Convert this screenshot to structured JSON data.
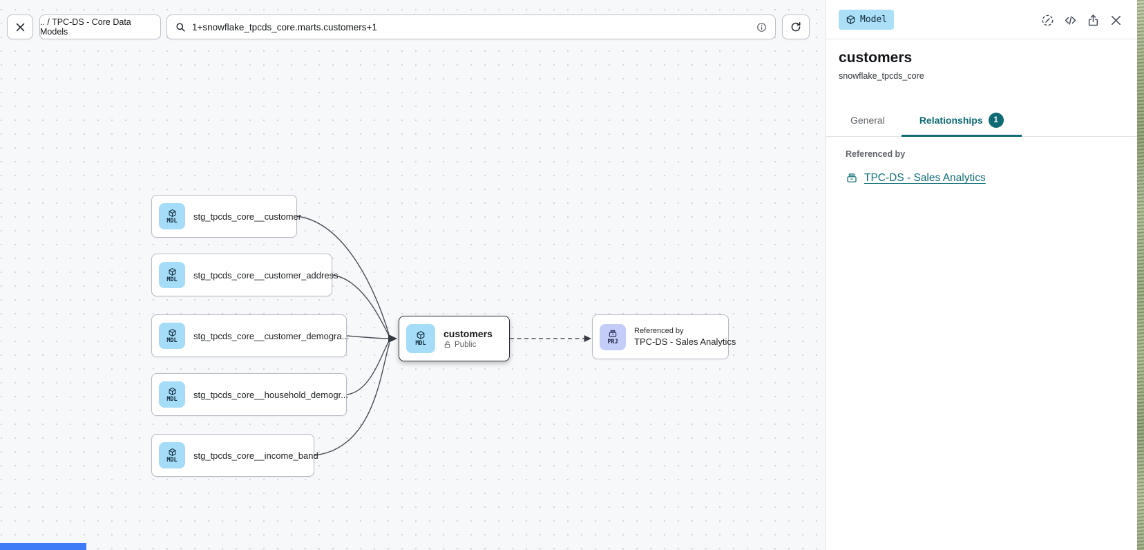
{
  "toolbar": {
    "breadcrumb": ".. / TPC-DS - Core Data Models",
    "search_value": "1+snowflake_tpcds_core.marts.customers+1"
  },
  "canvas": {
    "nodes": [
      {
        "type": "MDL",
        "label": "stg_tpcds_core__customer"
      },
      {
        "type": "MDL",
        "label": "stg_tpcds_core__customer_address"
      },
      {
        "type": "MDL",
        "label": "stg_tpcds_core__customer_demogra..."
      },
      {
        "type": "MDL",
        "label": "stg_tpcds_core__household_demogr..."
      },
      {
        "type": "MDL",
        "label": "stg_tpcds_core__income_band"
      }
    ],
    "selected_node": {
      "type": "MDL",
      "label": "customers",
      "access": "Public"
    },
    "reference_node": {
      "type": "PRJ",
      "eyebrow": "Referenced by",
      "label": "TPC-DS - Sales Analytics"
    }
  },
  "panel": {
    "resource_badge": "Model",
    "title": "customers",
    "subtitle": "snowflake_tpcds_core",
    "tabs": {
      "general": "General",
      "relationships": "Relationships",
      "relationships_count": "1"
    },
    "referenced_by_heading": "Referenced by",
    "referenced_by_link": "TPC-DS - Sales Analytics"
  },
  "colors": {
    "accent_teal": "#0e6a73",
    "model_chip_bg": "#a5ddf8",
    "project_chip_bg": "#c4ccf8",
    "canvas_bg": "#f7f8fa",
    "edge": "#4a4f57"
  }
}
